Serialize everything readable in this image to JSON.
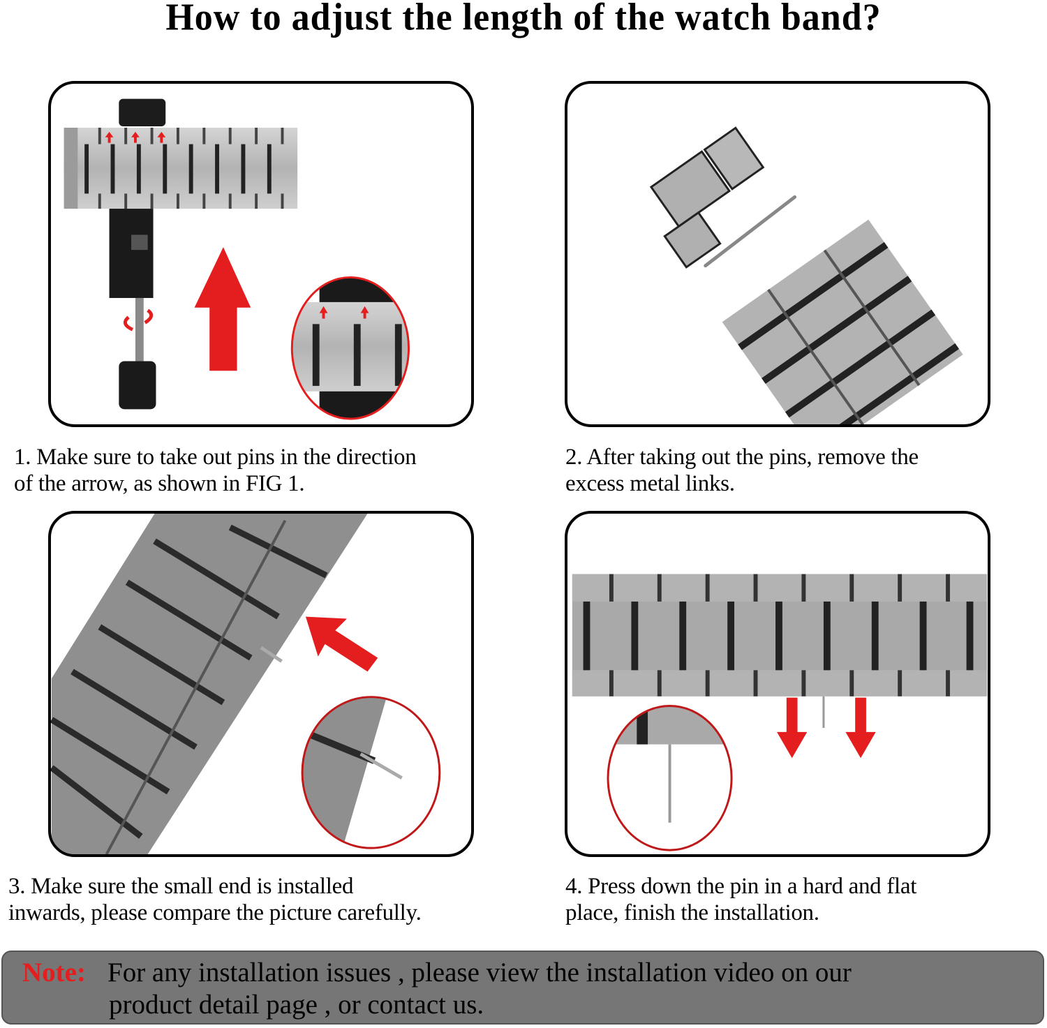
{
  "title": "How to adjust the length of the watch band?",
  "colors": {
    "accent_red": "#e41e1e",
    "note_bg": "#767676",
    "panel_border": "#000000",
    "metal": "#b9b9b9",
    "metal_dark": "#2a2a2a"
  },
  "steps": [
    {
      "number": 1,
      "caption": "1. Make sure to take out pins in the direction\nof the arrow, as shown in FIG 1.",
      "figure": "pin-removal-tool-with-band-and-zoom-inset",
      "arrow_direction": "up"
    },
    {
      "number": 2,
      "caption": "2. After taking out the pins, remove the\nexcess metal links.",
      "figure": "removed-links-and-pin",
      "arrow_direction": "none"
    },
    {
      "number": 3,
      "caption": "3. Make sure the small end is installed\ninwards, please compare the picture carefully.",
      "figure": "pin-insertion-diagonal-band-with-zoom-inset",
      "arrow_direction": "up-left"
    },
    {
      "number": 4,
      "caption": "4. Press down the pin in a hard and flat\nplace, finish the installation.",
      "figure": "pin-pressed-down-band-with-zoom-inset",
      "arrow_direction": "down"
    }
  ],
  "note": {
    "label": "Note:",
    "line1": "For any installation issues , please view  the installation video on our",
    "line2": "product detail page , or contact us."
  }
}
